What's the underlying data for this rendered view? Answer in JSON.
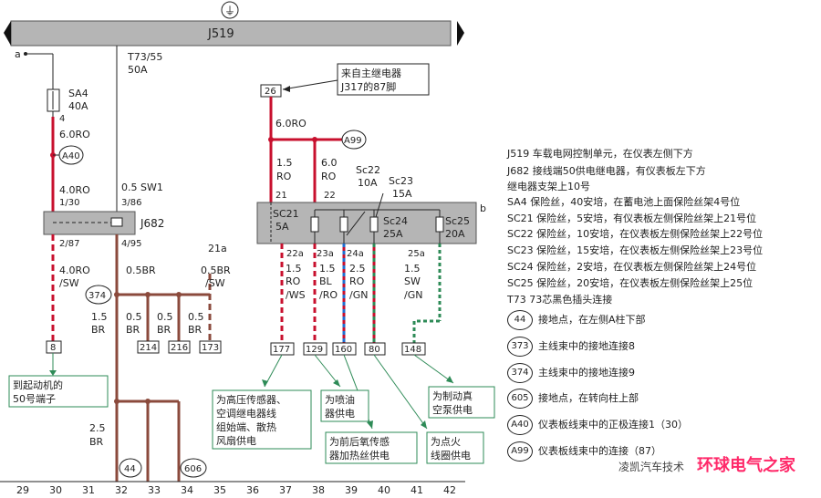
{
  "module": {
    "name": "J519",
    "ground_symbol": "⏚"
  },
  "top_connector": {
    "pin": "T73/55",
    "rating": "50A"
  },
  "point_a": "a",
  "point_b": "b",
  "fuse_sa4": {
    "name": "SA4",
    "rating": "40A",
    "pin": "4"
  },
  "wire_6ro_left": "6.0RO",
  "splice_a40": "A40",
  "wire_4ro_top": "4.0RO",
  "relay_pins": {
    "p1": "1/30",
    "p3": "3/86",
    "p2": "2/87",
    "p4": "4/95"
  },
  "wire_05sw1": "0.5 SW1",
  "relay_name": "J682",
  "wire_4ro_sw": [
    "4.0RO",
    "/SW"
  ],
  "wire_05br": "0.5BR",
  "wire_21a": [
    "21a",
    "0.5BR",
    "/SW"
  ],
  "splice_374": "374",
  "wire_15br": [
    "1.5",
    "BR"
  ],
  "branch_05br": [
    "0.5",
    "BR"
  ],
  "connectors_bottom": [
    "214",
    "216",
    "173"
  ],
  "conn_8": "8",
  "note_starter": [
    "到起动机的",
    "50号端子"
  ],
  "wire_25br": [
    "2.5",
    "BR"
  ],
  "ground_44": "44",
  "ground_606": "606",
  "relay_source_box": [
    "来自主继电器",
    "J317的87脚"
  ],
  "conn_26": "26",
  "wire_6ro_right": "6.0RO",
  "splice_a99": "A99",
  "wire_15ro": [
    "1.5",
    "RO"
  ],
  "wire_60ro": [
    "6.0",
    "RO"
  ],
  "pin_21": "21",
  "pin_22": "22",
  "sc22": [
    "Sc22",
    "10A"
  ],
  "sc23": [
    "Sc23",
    "15A"
  ],
  "sc21": [
    "SC21",
    "5A"
  ],
  "sc24": [
    "Sc24",
    "25A"
  ],
  "sc25": [
    "Sc25",
    "20A"
  ],
  "out_pins": [
    "22a",
    "23a",
    "24a",
    "25a"
  ],
  "out_wires": [
    [
      "1.5",
      "RO",
      "/WS"
    ],
    [
      "1.5",
      "BL",
      "/RO"
    ],
    [
      "2.5",
      "RO",
      "/GN"
    ],
    [
      "1.5",
      "SW",
      "/GN"
    ]
  ],
  "out_connectors": [
    "177",
    "129",
    "160",
    "80",
    "148"
  ],
  "callouts": {
    "c1": [
      "为高压传感器、",
      "空调继电器线",
      "组始端、散热",
      "风扇供电"
    ],
    "c2": [
      "为喷油",
      "器供电"
    ],
    "c3": [
      "为前后氧传感",
      "器加热丝供电"
    ],
    "c4": [
      "为点火",
      "线圈供电"
    ],
    "c5": [
      "为制动真",
      "空泵供电"
    ]
  },
  "ruler": [
    "29",
    "30",
    "31",
    "32",
    "33",
    "34",
    "35",
    "36",
    "37",
    "38",
    "39",
    "40",
    "41",
    "42"
  ],
  "legend": [
    "J519  车载电网控制单元，在仪表左侧下方",
    "J682  接线端50供电继电器，有仪表板左下方",
    "继电器支架上10号",
    "SA4    保险丝，40安培，在蓄电池上面保险丝架4号位",
    "SC21  保险丝，5安培，有仪表板左侧保险丝架上21号位",
    "SC22  保险丝，10安培，在仪表板左侧保险丝架上22号位",
    "SC23  保险丝，15安培，在仪表板左侧保险丝架上23号位",
    "SC24  保险丝，2安培，在仪表板左侧保险丝架上24号位",
    "SC25  保险丝，20安培，在仪表板左侧保险丝架上25位",
    "T73    73芯黑色插头连接"
  ],
  "legend_circles": [
    {
      "badge": "44",
      "text": "接地点，在左侧A柱下部"
    },
    {
      "badge": "373",
      "text": "主线束中的接地连接8"
    },
    {
      "badge": "374",
      "text": "主线束中的接地连接9"
    },
    {
      "badge": "605",
      "text": "接地点，在转向柱上部"
    },
    {
      "badge": "A40",
      "text": "仪表板线束中的正极连接1（30）"
    },
    {
      "badge": "A99",
      "text": "仪表板线束中的连接（87）"
    }
  ],
  "watermark": {
    "main": "环球电气之家",
    "sub": "凌凯汽车技术"
  },
  "colors": {
    "red": "#c8102e",
    "brown": "#8b4a3c",
    "green": "#2e8b57",
    "blue": "#1f6fd1",
    "gray": "#b5b5b5"
  }
}
